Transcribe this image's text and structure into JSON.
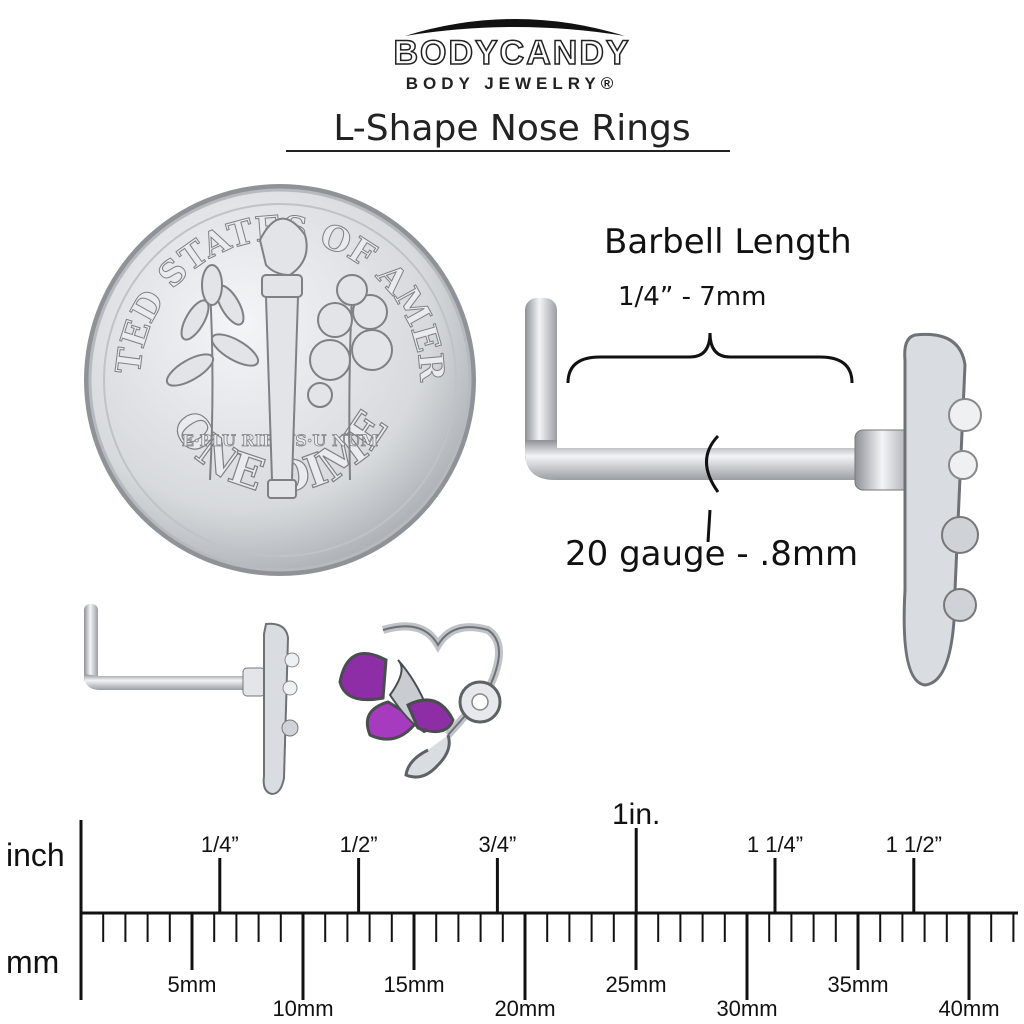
{
  "brand": {
    "name": "BODYCANDY",
    "tagline": "BODY JEWELRY®"
  },
  "title": "L-Shape Nose Rings",
  "barbell": {
    "title": "Barbell Length",
    "size": "1/4” - 7mm"
  },
  "gauge": "20 gauge - .8mm",
  "coin": {
    "top_text": "UNITED STATES OF AMERICA",
    "motto": "E·PLU RIB US·U NUM",
    "bottom_text": "ONE DIME"
  },
  "ruler": {
    "inch_label": "inch",
    "mm_label": "mm",
    "inch_marks": [
      "1/4”",
      "1/2”",
      "3/4”",
      "1in.",
      "1 1/4”",
      "1 1/2”"
    ],
    "mm_marks": [
      "5mm",
      "10mm",
      "15mm",
      "20mm",
      "25mm",
      "30mm",
      "35mm",
      "40mm"
    ]
  },
  "colors": {
    "ink": "#111111",
    "silver": "#c9cdd2",
    "butterfly": "#8e2ea6"
  }
}
